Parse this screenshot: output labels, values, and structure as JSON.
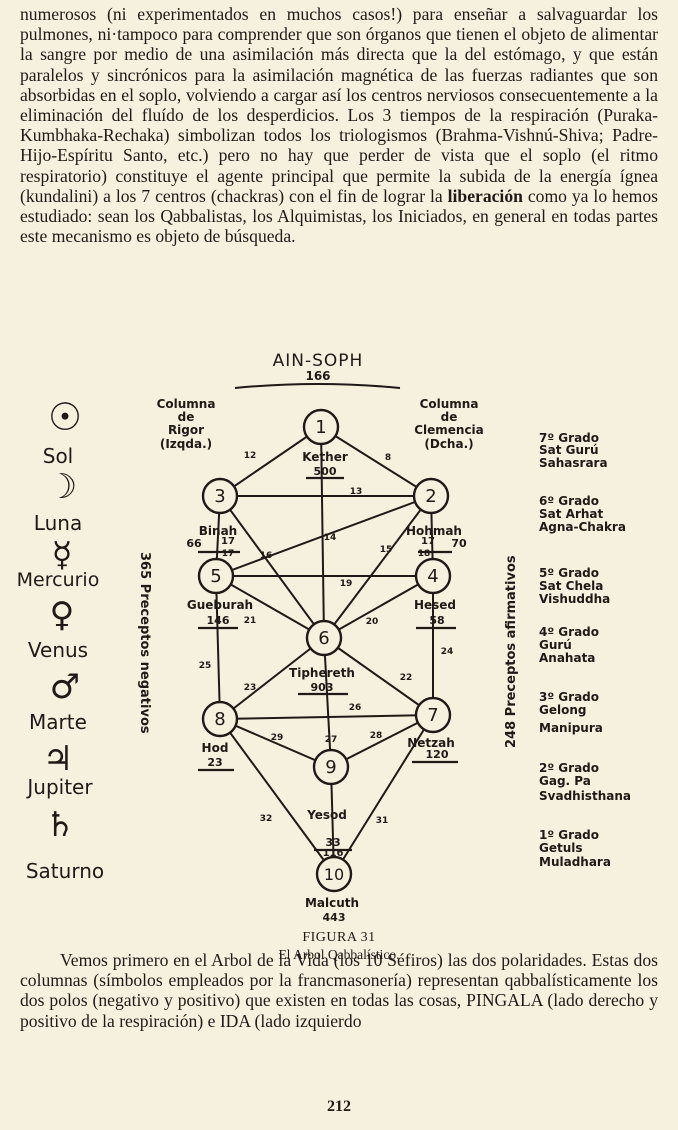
{
  "paragraph_top": "numerosos (ni experimentados en muchos casos!) para enseñar a salvaguardar los pulmones, ni·tampoco para comprender que son órganos que tienen el objeto de alimentar la sangre por medio de una asimilación más directa que la del estómago, y que están paralelos y sincrónicos para la asimilación magnética de las fuerzas radiantes que son absorbidas en el soplo, volviendo a cargar así los centros nerviosos consecuentemente a la eliminación del fluído de los desperdicios. Los 3 tiempos de la respiración (Puraka-Kumbhaka-Rechaka) simbolizan todos los triologismos (Brahma-Vishnú-Shiva; Padre-Hijo-Espíritu Santo, etc.) pero no hay que perder de vista que el soplo (el ritmo respiratorio) constituye el agente principal que permite la subida de la energía ígnea (kundalini) a los 7 centros (chackras) con el fin de lograr la ",
  "paragraph_top_bold": "liberación",
  "paragraph_top_end": " como ya lo hemos estudiado: sean los Qabbalistas, los Alquimistas, los Iniciados, en general en todas partes este mecanismo es objeto de búsqueda.",
  "figure": {
    "ain_soph": "AIN-SOPH",
    "ain_soph_num": "166",
    "col_left": [
      "Columna",
      "de",
      "Rigor",
      "(Izqda.)"
    ],
    "col_right": [
      "Columna",
      "de",
      "Clemencia",
      "(Dcha.)"
    ],
    "vertical_left": "365 Preceptos negativos",
    "vertical_right": "248 Preceptos afirmativos",
    "planets": [
      {
        "symbol": "☉",
        "name": "Sol"
      },
      {
        "symbol": "☽",
        "name": "Luna"
      },
      {
        "symbol": "☿",
        "name": "Mercurio"
      },
      {
        "symbol": "♀",
        "name": "Venus"
      },
      {
        "symbol": "♂",
        "name": "Marte"
      },
      {
        "symbol": "♃",
        "name": "Jupiter"
      },
      {
        "symbol": "♄",
        "name": "Saturno"
      }
    ],
    "grades": [
      [
        "7º Grado",
        "Sat Gurú",
        "Sahasrara"
      ],
      [
        "6º Grado",
        "Sat Arhat",
        "Agna-Chakra"
      ],
      [
        "5º Grado",
        "Sat Chela",
        "Vishuddha"
      ],
      [
        "4º Grado",
        "Gurú",
        "Anahata"
      ],
      [
        "3º Grado",
        "Gelong",
        "Manipura"
      ],
      [
        "2º Grado",
        "Gag. Pa",
        "Svadhisthana"
      ],
      [
        "1º Grado",
        "Getuls",
        "Muladhara"
      ]
    ],
    "sephiroth": [
      {
        "n": "1",
        "name": "Kether",
        "num": "500"
      },
      {
        "n": "2",
        "name": "Hohmah",
        "num": "70"
      },
      {
        "n": "3",
        "name": "Binah",
        "num": "66"
      },
      {
        "n": "4",
        "name": "Hesed",
        "num": "58"
      },
      {
        "n": "5",
        "name": "Gueburah",
        "num": "146"
      },
      {
        "n": "6",
        "name": "Tiphereth",
        "num": "903"
      },
      {
        "n": "7",
        "name": "Netzah",
        "num": "120"
      },
      {
        "n": "8",
        "name": "Hod",
        "num": "23"
      },
      {
        "n": "9",
        "name": "Yesod",
        "num": "33"
      },
      {
        "n": "10",
        "name": "Malcuth",
        "num": "443"
      }
    ],
    "path_numbers": [
      "12",
      "8",
      "13",
      "14",
      "16",
      "15",
      "17",
      "19",
      "18",
      "21",
      "20",
      "25",
      "24",
      "23",
      "22",
      "26",
      "27",
      "29",
      "28",
      "32",
      "31"
    ],
    "small_nums": [
      "17",
      "17",
      "116"
    ]
  },
  "caption_title": "FIGURA 31",
  "caption_subtitle": "El Arbol Qabbalístico.",
  "paragraph_bottom": "Vemos primero en el Arbol de la Vida (los 10 Séfiros) las dos polaridades. Estas dos columnas (símbolos empleados por la francmasonería) representan qabbalísticamente los dos polos (negativo y positivo) que existen en todas las cosas, PINGALA (lado derecho y positivo de la respiración) e IDA (lado izquierdo",
  "page_number": "212"
}
